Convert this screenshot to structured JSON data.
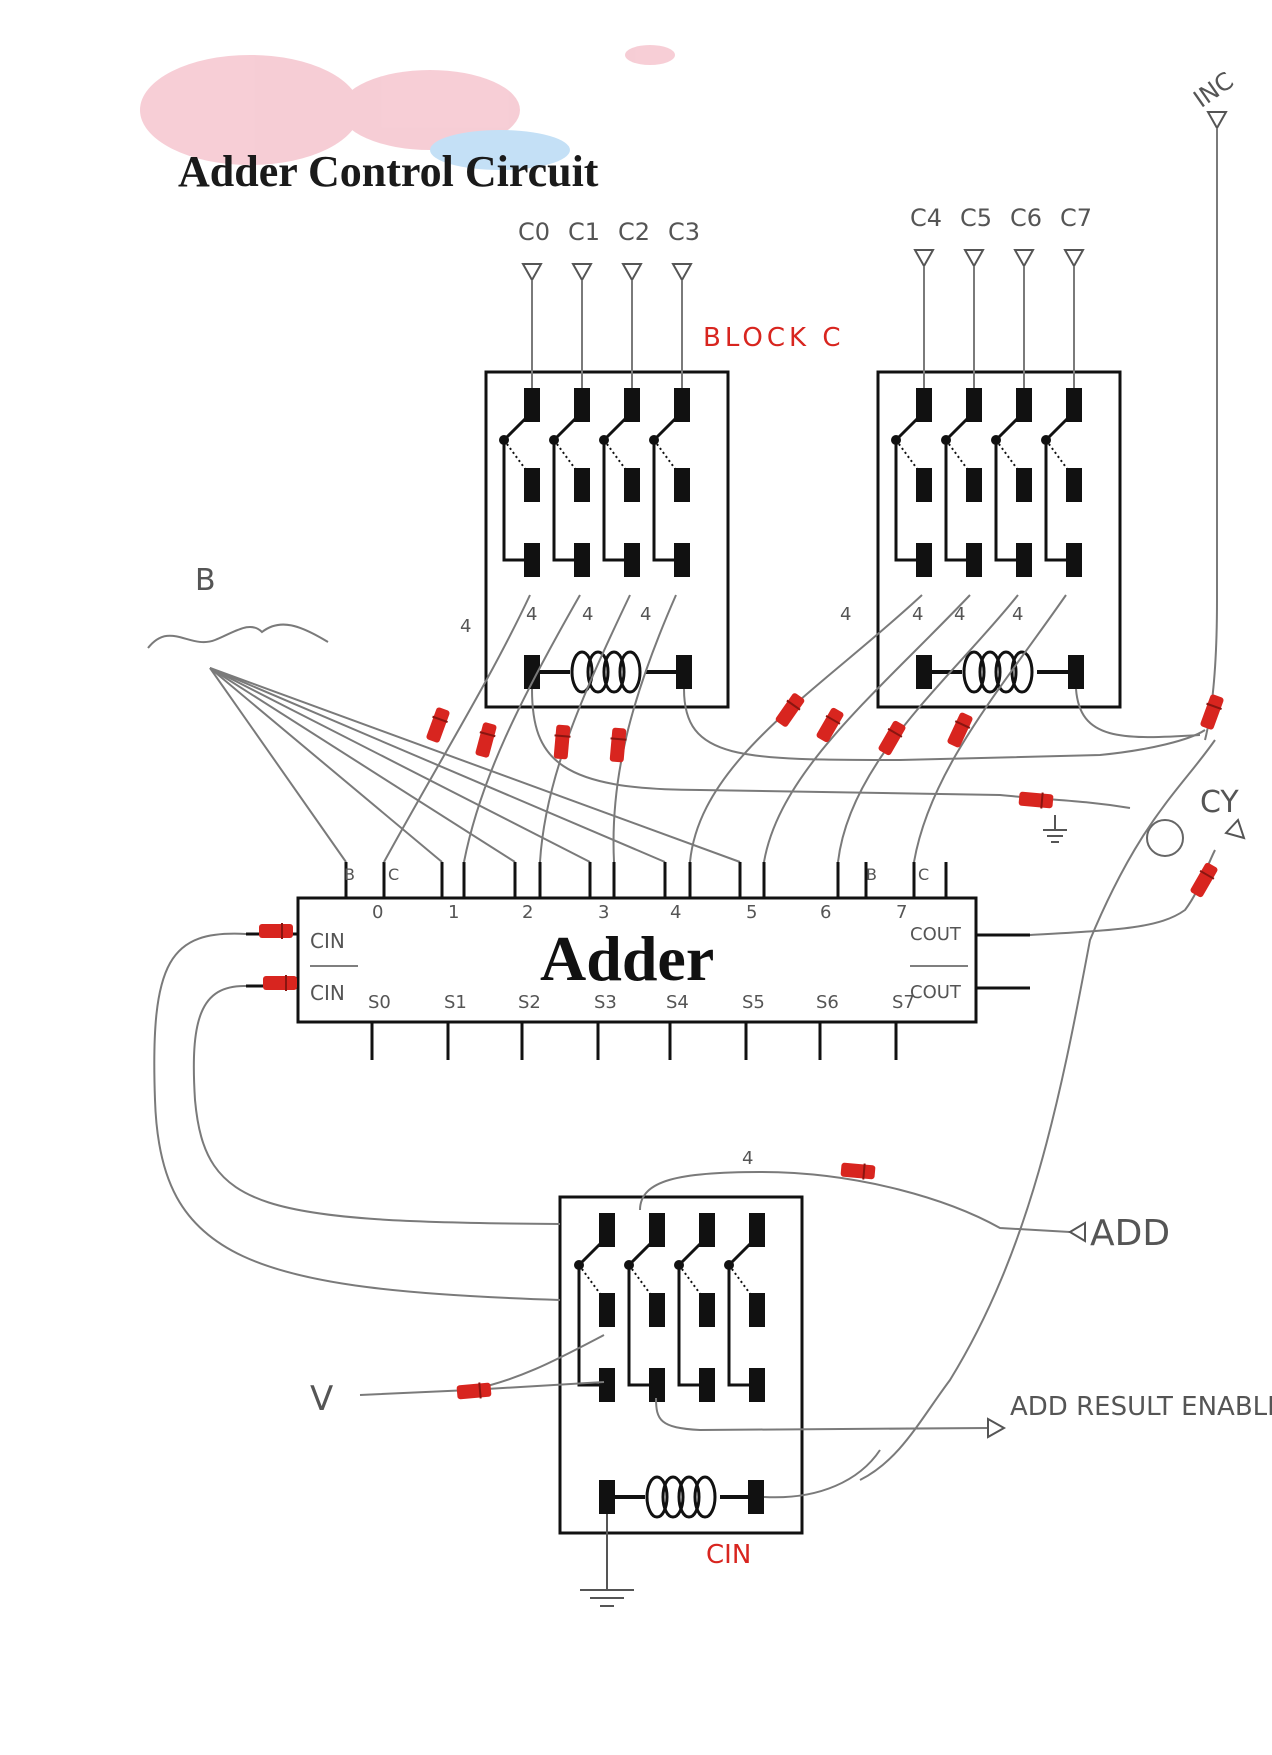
{
  "title": "Adder Control Circuit",
  "block_c_label": "BLOCK C",
  "cin_block_label": "CIN",
  "adder_label": "Adder",
  "b_label": "B",
  "top_inputs_left": [
    "C0",
    "C1",
    "C2",
    "C3"
  ],
  "top_inputs_right": [
    "C4",
    "C5",
    "C6",
    "C7"
  ],
  "inc_label": "INC",
  "cy_label": "CY",
  "add_label": "ADD",
  "add_result_enable_label": "ADD RESULT ENABLE",
  "v_label": "V",
  "adder_inputs": [
    "0",
    "1",
    "2",
    "3",
    "4",
    "5",
    "6",
    "7"
  ],
  "adder_b_marks": [
    "B",
    "B"
  ],
  "adder_c_marks": [
    "C",
    "C"
  ],
  "adder_outputs": [
    "S0",
    "S1",
    "S2",
    "S3",
    "S4",
    "S5",
    "S6",
    "S7"
  ],
  "cin_label": "CIN",
  "cin_bar_label": "CIN",
  "cout_label": "COUT",
  "cout_bar_label": "COUT",
  "wire_marks": [
    "4",
    "4",
    "4",
    "4",
    "4",
    "4",
    "4",
    "4",
    "4"
  ],
  "colors": {
    "ink": "#111111",
    "pencil": "#7a7a7a",
    "diode": "#d8251f"
  }
}
